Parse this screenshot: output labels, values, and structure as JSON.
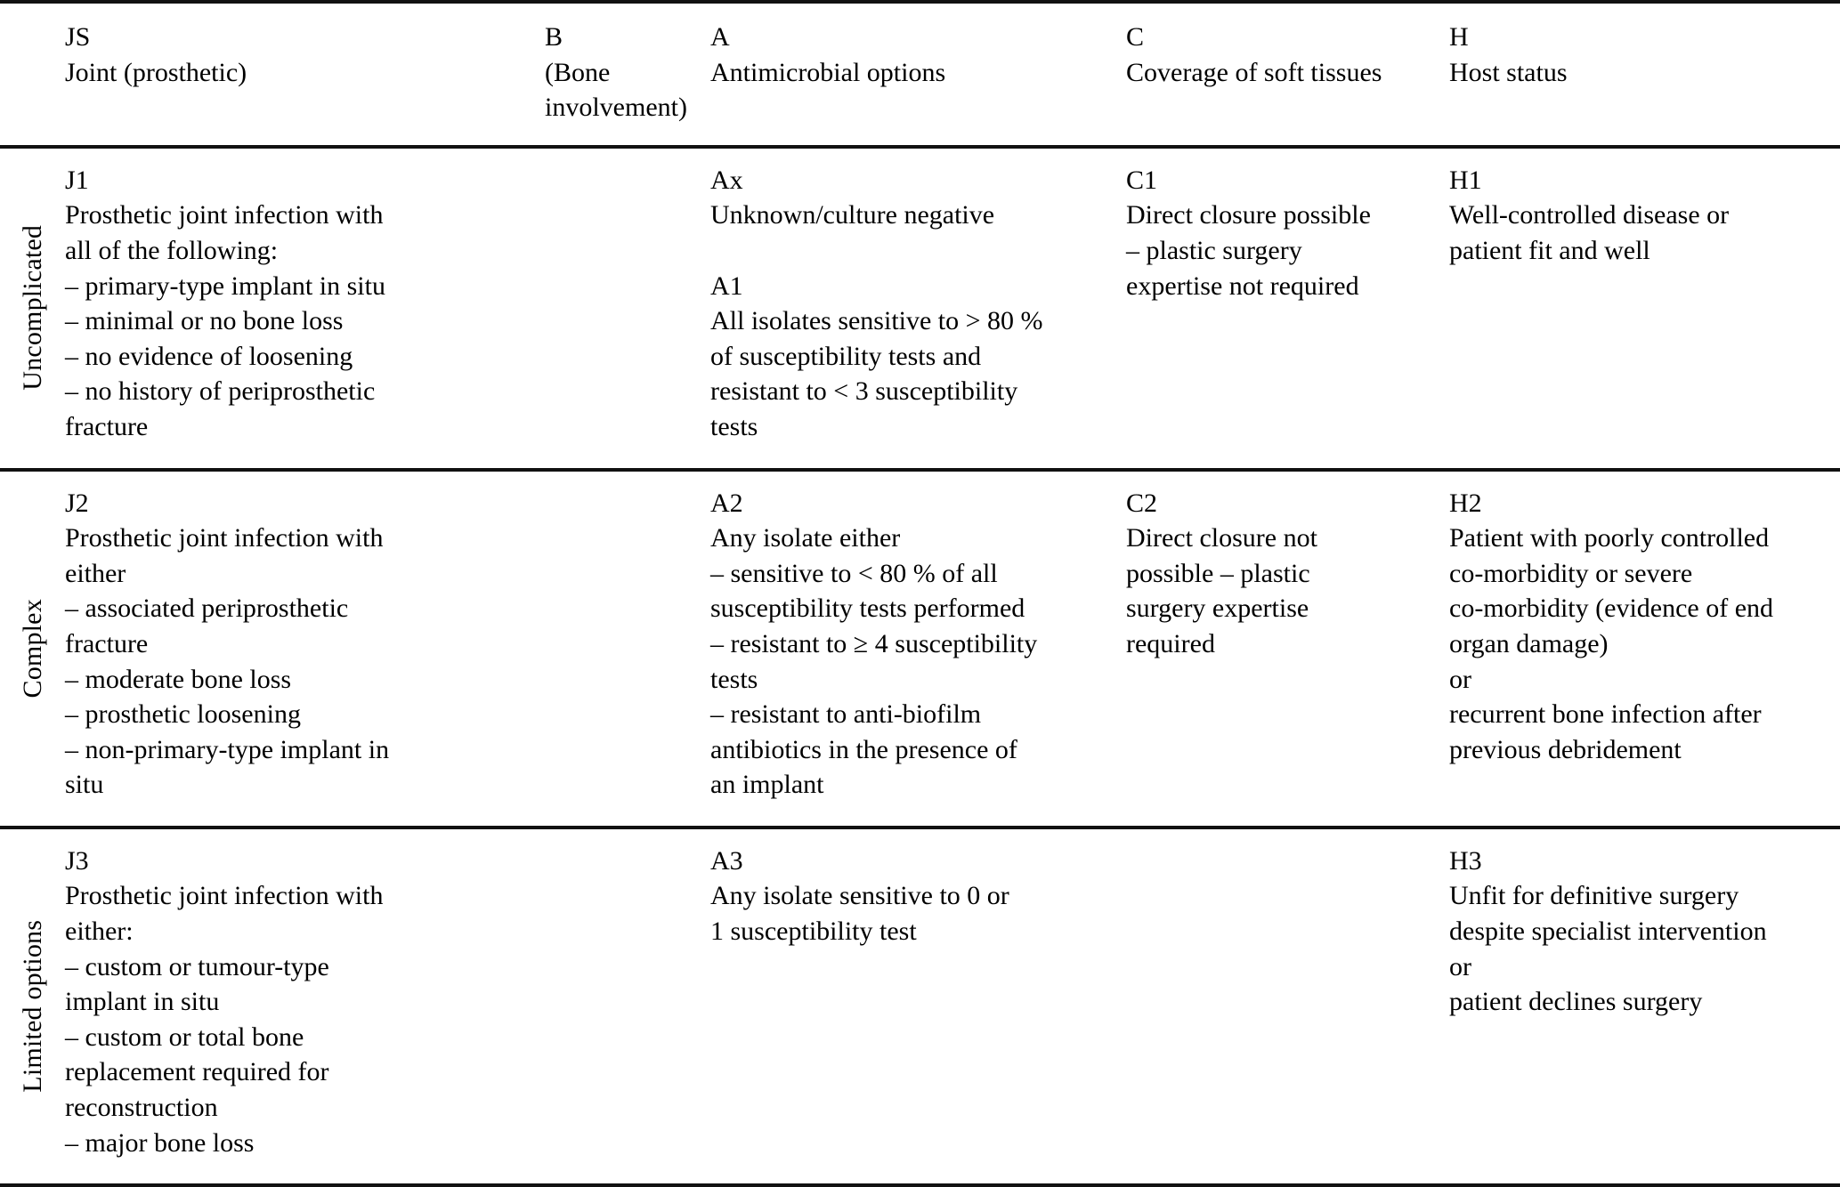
{
  "table": {
    "columns": [
      {
        "code": "JS",
        "name": "Joint (prosthetic)"
      },
      {
        "code": "B",
        "name": "(Bone involvement)"
      },
      {
        "code": "A",
        "name": "Antimicrobial options"
      },
      {
        "code": "C",
        "name": "Coverage of soft tissues"
      },
      {
        "code": "H",
        "name": "Host status"
      }
    ],
    "rows": [
      {
        "label": "Uncomplicated",
        "js": {
          "code": "J1",
          "lines": [
            "Prosthetic joint infection with",
            "all of the following:",
            "– primary-type implant in situ",
            "– minimal or no bone loss",
            "– no evidence of loosening",
            "– no history of periprosthetic",
            "fracture"
          ]
        },
        "b": {
          "code": "",
          "lines": []
        },
        "a": {
          "code": "Ax",
          "lines": [
            "Unknown/culture negative",
            "",
            "A1",
            "All isolates sensitive to > 80 % ",
            "of susceptibility tests and",
            "resistant to < 3 susceptibility",
            "tests"
          ]
        },
        "c": {
          "code": "C1",
          "lines": [
            "Direct closure possible",
            "– plastic surgery",
            "expertise not required"
          ]
        },
        "h": {
          "code": "H1",
          "lines": [
            "Well-controlled disease or",
            "patient fit and well"
          ]
        }
      },
      {
        "label": "Complex",
        "js": {
          "code": "J2",
          "lines": [
            "Prosthetic joint infection with",
            "either",
            "– associated periprosthetic",
            "fracture",
            "– moderate bone loss",
            "– prosthetic loosening",
            "– non-primary-type implant in",
            "situ"
          ]
        },
        "b": {
          "code": "",
          "lines": []
        },
        "a": {
          "code": "A2",
          "lines": [
            "Any isolate either",
            "– sensitive to < 80 % of all",
            "susceptibility tests performed",
            "– resistant to ≥ 4 susceptibility",
            "tests",
            "– resistant to anti-biofilm",
            "antibiotics in the presence of",
            "an implant"
          ]
        },
        "c": {
          "code": "C2",
          "lines": [
            "Direct closure not",
            "possible – plastic",
            "surgery expertise",
            "required"
          ]
        },
        "h": {
          "code": "H2",
          "lines": [
            "Patient with poorly controlled",
            "co-morbidity or severe",
            "co-morbidity (evidence of end",
            "organ damage)",
            "or",
            "recurrent bone infection after",
            "previous debridement"
          ]
        }
      },
      {
        "label": "Limited options",
        "js": {
          "code": "J3",
          "lines": [
            "Prosthetic joint infection with",
            "either:",
            "– custom or tumour-type",
            "implant in situ",
            "– custom or total bone",
            "replacement required for",
            "reconstruction",
            "– major bone loss"
          ]
        },
        "b": {
          "code": "",
          "lines": []
        },
        "a": {
          "code": "A3",
          "lines": [
            "Any isolate sensitive to 0 or",
            "1 susceptibility test"
          ]
        },
        "c": {
          "code": "",
          "lines": []
        },
        "h": {
          "code": "H3",
          "lines": [
            "Unfit for definitive surgery",
            "despite specialist intervention",
            "or",
            "patient declines surgery"
          ]
        }
      }
    ]
  }
}
